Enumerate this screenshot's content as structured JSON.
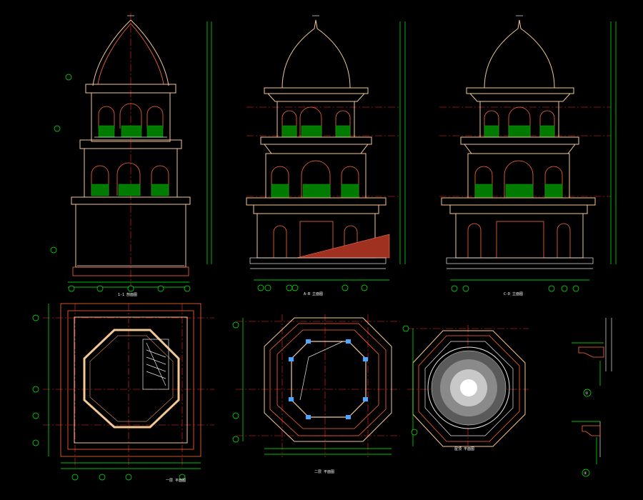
{
  "drawing": {
    "background": "#000000",
    "colors": {
      "dimension": "#00ff00",
      "axis": "#ff2a2a",
      "outline": "#f2c896",
      "railing": "#00a000",
      "white": "#e8e8e8"
    },
    "views": [
      {
        "id": "section",
        "caption": "1-1 剖面图"
      },
      {
        "id": "front-elevation",
        "caption": "A-B 立面图"
      },
      {
        "id": "side-elevation",
        "caption": "C-D 立面图"
      },
      {
        "id": "plan-1",
        "caption": "一层 平面图"
      },
      {
        "id": "plan-2",
        "caption": "二层 平面图"
      },
      {
        "id": "roof-plan",
        "caption": "屋顶 平面图"
      },
      {
        "id": "detail-1",
        "caption": "①"
      },
      {
        "id": "detail-2",
        "caption": "②"
      }
    ]
  }
}
